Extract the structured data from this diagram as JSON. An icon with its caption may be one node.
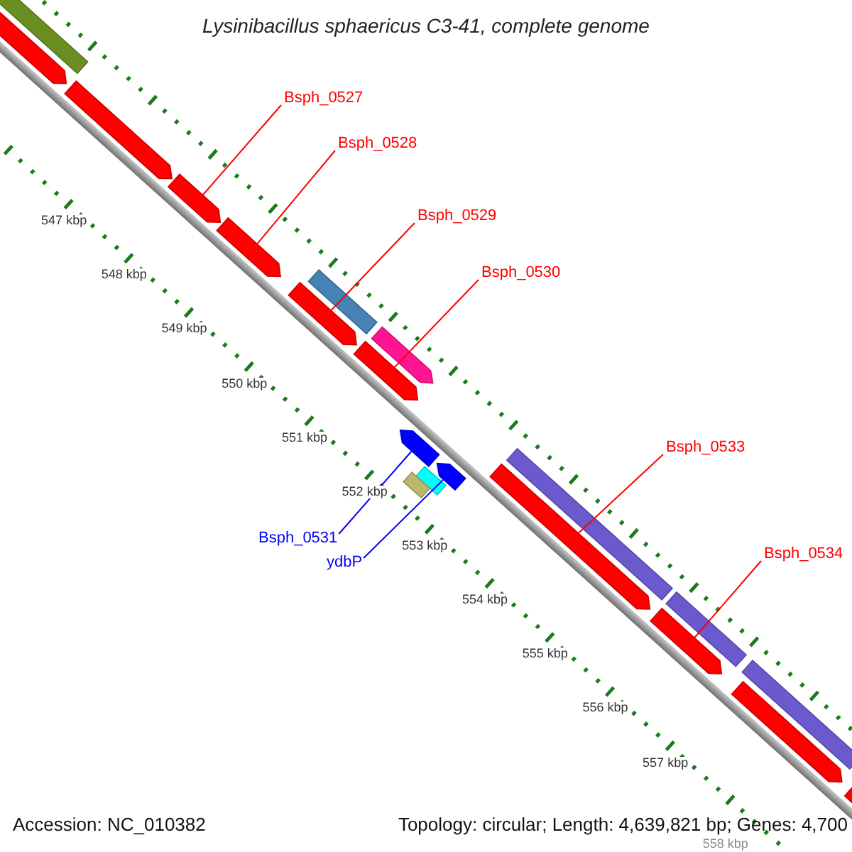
{
  "diagram": {
    "title": "Lysinibacillus sphaericus C3-41, complete genome",
    "nodes": [
      {
        "text": [],
        "shape": "bar"
      },
      {
        "text": [],
        "shape": "arrow"
      },
      {
        "text": [],
        "shape": "arrow"
      },
      {
        "text": [],
        "shape": "arrow"
      },
      {
        "text": [],
        "shape": "arrow"
      },
      {
        "text": [],
        "shape": "bar"
      },
      {
        "text": [],
        "shape": "arrow"
      },
      {
        "text": [],
        "shape": "arrow"
      },
      {
        "text": [],
        "shape": "arrow"
      },
      {
        "text": [],
        "shape": "arrow"
      },
      {
        "text": [],
        "shape": "arrow"
      },
      {
        "text": [],
        "shape": "bar"
      },
      {
        "text": [],
        "shape": "bar"
      },
      {
        "text": [],
        "shape": "bar"
      },
      {
        "text": [],
        "shape": "arrow"
      },
      {
        "text": [],
        "shape": "bar"
      },
      {
        "text": [],
        "shape": "arrow"
      },
      {
        "text": [],
        "shape": "bar"
      },
      {
        "text": [],
        "shape": "arrow"
      },
      {
        "text": [],
        "shape": "arrow"
      },
      {
        "text": [
          "Bsph_0527"
        ]
      },
      {
        "text": [
          "Bsph_0528"
        ]
      },
      {
        "text": [
          "Bsph_0529"
        ]
      },
      {
        "text": [
          "Bsph_0530"
        ]
      },
      {
        "text": [
          "Bsph_0531"
        ]
      },
      {
        "text": [
          "ydbP"
        ]
      },
      {
        "text": [
          "Bsph_0533"
        ]
      },
      {
        "text": [
          "Bsph_0534"
        ]
      }
    ],
    "edges": [
      {
        "from": 20,
        "to": 3,
        "arrow": "none"
      },
      {
        "from": 21,
        "to": 4,
        "arrow": "none"
      },
      {
        "from": 22,
        "to": 6,
        "arrow": "none"
      },
      {
        "from": 23,
        "to": 8,
        "arrow": "none"
      },
      {
        "from": 24,
        "to": 9,
        "arrow": "none",
        "color": "#0000ff"
      },
      {
        "from": 25,
        "to": 10,
        "arrow": "none",
        "color": "#0000ff"
      },
      {
        "from": 26,
        "to": 14,
        "arrow": "none"
      },
      {
        "from": 27,
        "to": 16,
        "arrow": "none"
      }
    ],
    "labels": [
      "547 kbp",
      "548 kbp",
      "549 kbp",
      "550 kbp",
      "551 kbp",
      "552 kbp",
      "553 kbp",
      "554 kbp",
      "555 kbp",
      "556 kbp",
      "557 kbp",
      "558 kbp",
      "Accession: NC_010382",
      "Topology: circular; Length: 4,639,821 bp; Genes: 4,700"
    ]
  }
}
